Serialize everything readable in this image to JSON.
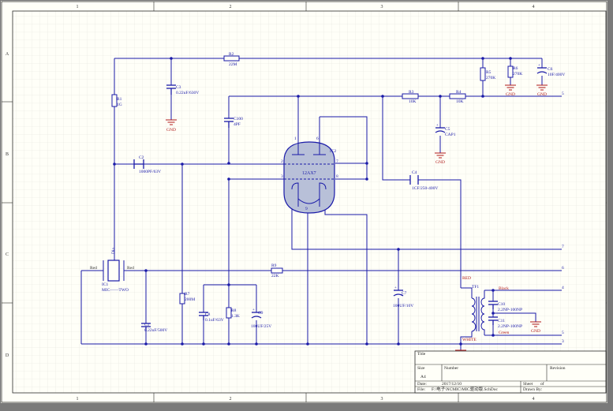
{
  "sheet": {
    "zone_cols": [
      "1",
      "2",
      "3",
      "4"
    ],
    "zone_rows": [
      "A",
      "B",
      "C",
      "D"
    ]
  },
  "components": {
    "R1": {
      "ref": "R1",
      "value": "1G"
    },
    "R2": {
      "ref": "R2",
      "value": "22M"
    },
    "R3": {
      "ref": "R3",
      "value": "10K"
    },
    "R4": {
      "ref": "R4",
      "value": "10K"
    },
    "R5": {
      "ref": "R5",
      "value": "270K"
    },
    "R6": {
      "ref": "R6",
      "value": "270K"
    },
    "R7": {
      "ref": "R7",
      "value": "200M"
    },
    "R8": {
      "ref": "R8",
      "value": "1.3K"
    },
    "R9": {
      "ref": "R9",
      "value": "22K"
    },
    "C1": {
      "ref": "C1",
      "value": "0.22uF/500V"
    },
    "C2": {
      "ref": "C2",
      "value": "1000PF/63V"
    },
    "C3": {
      "ref": "C3",
      "value": "0.22uF/630V"
    },
    "C4": {
      "ref": "C4",
      "value": "1CF/250-400V"
    },
    "C5": {
      "ref": "C5",
      "value": "CAP1"
    },
    "C6": {
      "ref": "C6",
      "value": "10F/400V"
    },
    "C7": {
      "ref": "C7",
      "value": "100UF/10V"
    },
    "C8": {
      "ref": "C8",
      "value": "0.1uF/63V"
    },
    "C9": {
      "ref": "C9",
      "value": "100UF/25V"
    },
    "C10": {
      "ref": "C10",
      "value": "2.2NP-100NP"
    },
    "C11": {
      "ref": "C11",
      "value": "2.2NP-100NP"
    },
    "C100": {
      "ref": "C100",
      "value": "4PF"
    },
    "IC1": {
      "ref": "IC1",
      "value": "MIC——TWO",
      "body_label": "Dia"
    },
    "IC2": {
      "ref": "IC2",
      "value": "12AX7"
    },
    "TF1": {
      "ref": "TF1"
    }
  },
  "pins": {
    "tube_1": "1",
    "tube_2": "2",
    "tube_3": "3",
    "tube_6": "6",
    "tube_7": "7",
    "tube_8": "8",
    "tube_9": "9"
  },
  "ports": [
    "5",
    "7",
    "6",
    "4",
    "5",
    "3"
  ],
  "gnd_label": "GND",
  "wire_labels": {
    "red1": "Red",
    "red2": "Red",
    "red_tf": "RED",
    "black": "Black",
    "green": "Green",
    "white": "WHITE"
  },
  "title_block": {
    "title_label": "Title",
    "size_label": "Size",
    "size_value": "A4",
    "number_label": "Number",
    "revision_label": "Revision",
    "date_label": "Date:",
    "date_value": "2017/12/10",
    "file_label": "File:",
    "file_value": "F:\\电子\\NCMIC\\MIC驱动版.SchDoc",
    "sheet_label": "Sheet",
    "of_label": "of",
    "drawn_label": "Drawn By:"
  },
  "colors": {
    "wire": "#1a1aa8",
    "label": "#1a1aa8",
    "ref": "#1a1aa8",
    "power": "#b01818",
    "tube_fill": "#b8c0d8",
    "grid": "#e2e2e2",
    "paper": "#fffff8",
    "border": "#8a1414"
  }
}
